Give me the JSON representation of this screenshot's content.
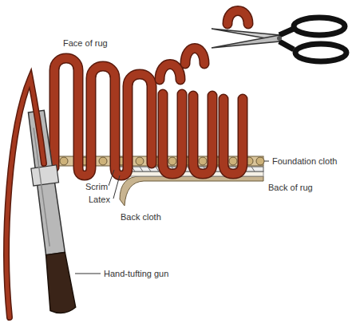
{
  "diagram": {
    "labels": [
      "Face of rug",
      "Foundation cloth",
      "Scrim",
      "Latex",
      "Back cloth",
      "Back of rug",
      "Hand-tufting gun"
    ]
  }
}
